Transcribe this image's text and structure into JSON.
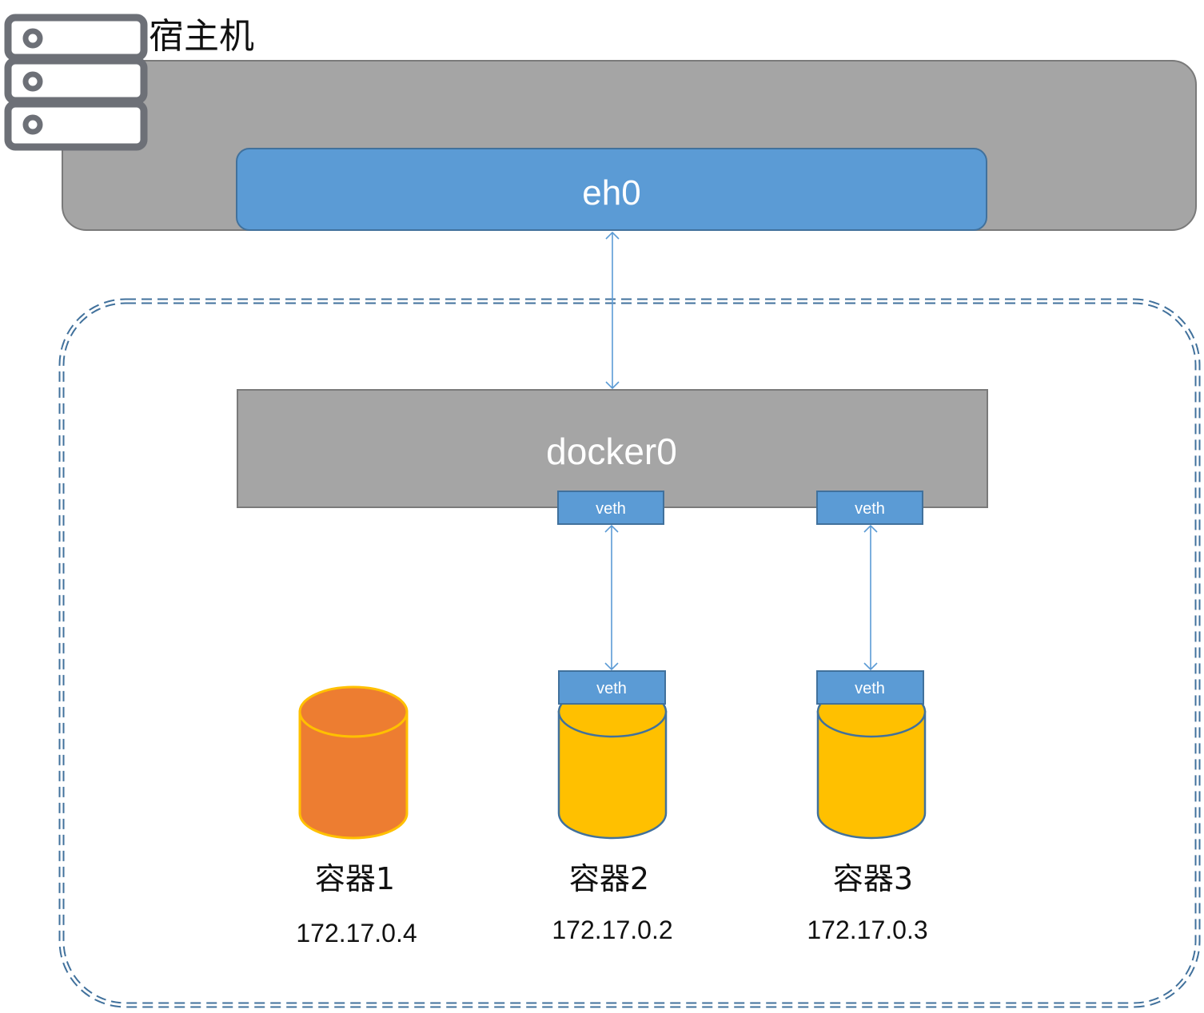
{
  "host": {
    "title": "宿主机",
    "icon": "server-rack-icon",
    "nic_label": "eh0"
  },
  "bridge": {
    "label": "docker0",
    "veth_ports": [
      {
        "label": "veth"
      },
      {
        "label": "veth"
      }
    ]
  },
  "containers": [
    {
      "name": "容器1",
      "ip": "172.17.0.4",
      "color": "#ED7D31",
      "veth_label": null
    },
    {
      "name": "容器2",
      "ip": "172.17.0.2",
      "color": "#FFC000",
      "veth_label": "veth"
    },
    {
      "name": "容器3",
      "ip": "172.17.0.3",
      "color": "#FFC000",
      "veth_label": "veth"
    }
  ],
  "colors": {
    "host_box": "#A5A5A5",
    "nic": "#5B9BD5",
    "bridge": "#A5A5A5",
    "veth": "#5B9BD5",
    "arrow": "#5B9BD5",
    "dashed_border": "#41719C",
    "server_icon": "#6D7077"
  }
}
